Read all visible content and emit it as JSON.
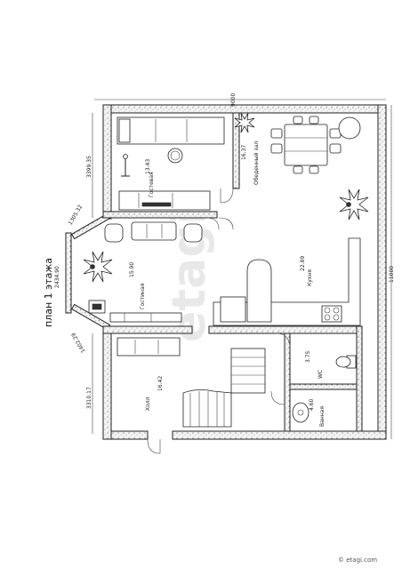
{
  "title": "план 1 этажа",
  "watermark": "etagi",
  "footer": "© etagi.com",
  "dimensions": {
    "top": "9000",
    "right": "11000",
    "left_top": "3399.35",
    "left_bottom": "3310.17",
    "bay_top": "1305.32",
    "bay_middle": "2434.90",
    "bay_bottom": "1402.29"
  },
  "rooms": {
    "guest": {
      "name": "Гостевая",
      "area": "13.43"
    },
    "dining": {
      "name": "Обеденный зал",
      "area": "16.37"
    },
    "living": {
      "name": "Гостиная",
      "area": "15.90"
    },
    "kitchen": {
      "name": "Кухня",
      "area": "22.89"
    },
    "hall": {
      "name": "Холл",
      "area": "16.42"
    },
    "wc": {
      "name": "WC",
      "area": "3.75"
    },
    "bath": {
      "name": "Ванная",
      "area": "4.60"
    }
  },
  "icons": [
    "plant-icon",
    "chair-icon",
    "sofa-icon",
    "toilet-icon",
    "sink-icon",
    "stairs-icon"
  ]
}
